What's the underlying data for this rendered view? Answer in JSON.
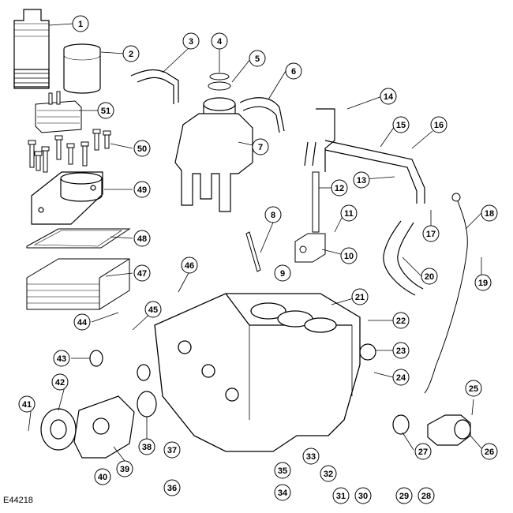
{
  "figure": {
    "reference_code": "E44218",
    "callout_numbers": [
      "1",
      "2",
      "3",
      "4",
      "5",
      "6",
      "7",
      "8",
      "9",
      "10",
      "11",
      "12",
      "13",
      "14",
      "15",
      "16",
      "17",
      "18",
      "19",
      "20",
      "21",
      "22",
      "23",
      "24",
      "25",
      "26",
      "27",
      "28",
      "29",
      "30",
      "31",
      "32",
      "33",
      "34",
      "35",
      "36",
      "37",
      "38",
      "39",
      "40",
      "41",
      "42",
      "43",
      "44",
      "45",
      "46",
      "47",
      "48",
      "49",
      "50",
      "51"
    ]
  }
}
